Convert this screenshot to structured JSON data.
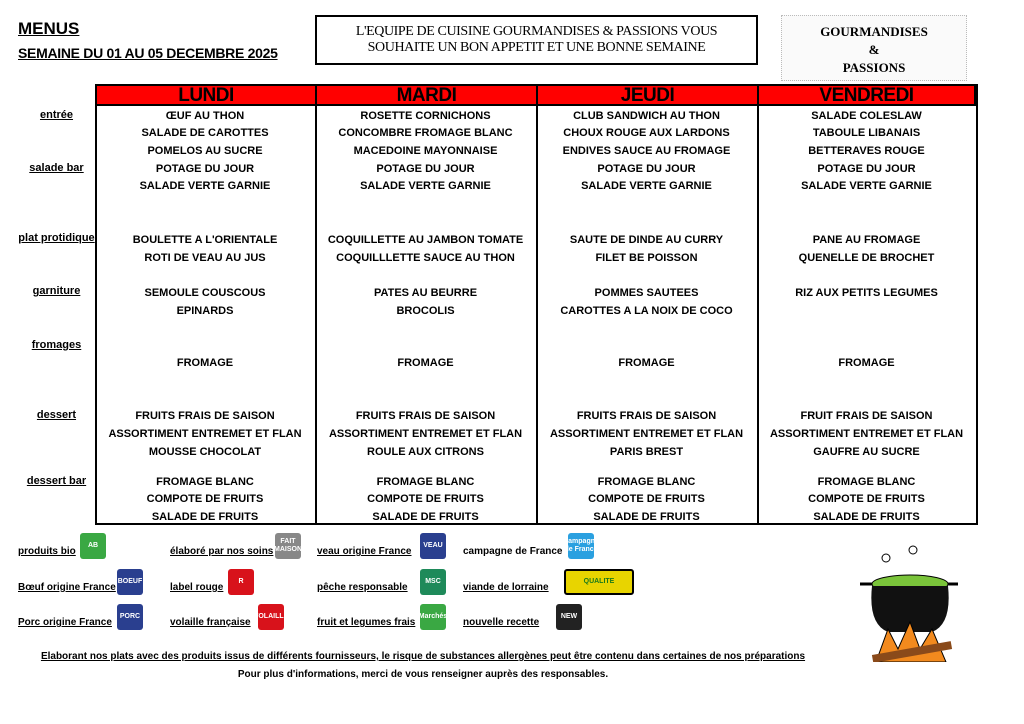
{
  "header": {
    "title": "MENUS",
    "week": "SEMAINE DU 01 AU 05 DECEMBRE 2025",
    "message_line1": "L'EQUIPE DE CUISINE GOURMANDISES & PASSIONS VOUS",
    "message_line2": "SOUHAITE UN BON APPETIT ET UNE BONNE SEMAINE",
    "brand_line1": "GOURMANDISES",
    "brand_line2": "&",
    "brand_line3": "PASSIONS"
  },
  "categories": [
    "entrée",
    "salade bar",
    "plat protidique",
    "garniture",
    "fromages",
    "dessert",
    "dessert bar"
  ],
  "days": [
    {
      "name": "LUNDI",
      "items": [
        "ŒUF AU THON",
        "SALADE DE CAROTTES",
        "POMELOS AU SUCRE",
        "POTAGE DU JOUR",
        "SALADE VERTE GARNIE",
        "BOULETTE A L'ORIENTALE",
        "ROTI DE VEAU AU JUS",
        "SEMOULE COUSCOUS",
        "EPINARDS",
        "FROMAGE",
        "FRUITS FRAIS DE SAISON",
        "ASSORTIMENT ENTREMET ET FLAN",
        "MOUSSE CHOCOLAT",
        "FROMAGE BLANC",
        "COMPOTE DE FRUITS",
        "SALADE DE FRUITS"
      ]
    },
    {
      "name": "MARDI",
      "items": [
        "ROSETTE CORNICHONS",
        "CONCOMBRE FROMAGE BLANC",
        "MACEDOINE MAYONNAISE",
        "POTAGE DU JOUR",
        "SALADE VERTE GARNIE",
        "COQUILLETTE AU JAMBON TOMATE",
        "COQUILLLETTE SAUCE AU THON",
        "PATES AU BEURRE",
        "BROCOLIS",
        "FROMAGE",
        "FRUITS FRAIS DE SAISON",
        "ASSORTIMENT ENTREMET ET FLAN",
        "ROULE AUX CITRONS",
        "FROMAGE BLANC",
        "COMPOTE DE FRUITS",
        "SALADE DE FRUITS"
      ]
    },
    {
      "name": "JEUDI",
      "items": [
        "CLUB SANDWICH AU THON",
        "CHOUX ROUGE AUX LARDONS",
        "ENDIVES SAUCE AU FROMAGE",
        "POTAGE DU JOUR",
        "SALADE VERTE GARNIE",
        "SAUTE DE DINDE AU CURRY",
        "FILET BE POISSON",
        "POMMES SAUTEES",
        "CAROTTES A LA NOIX DE COCO",
        "FROMAGE",
        "FRUITS FRAIS DE SAISON",
        "ASSORTIMENT ENTREMET ET FLAN",
        "PARIS BREST",
        "FROMAGE BLANC",
        "COMPOTE DE FRUITS",
        "SALADE DE FRUITS"
      ]
    },
    {
      "name": "VENDREDI",
      "items": [
        "SALADE COLESLAW",
        "TABOULE LIBANAIS",
        "BETTERAVES ROUGE",
        "POTAGE DU JOUR",
        "SALADE VERTE GARNIE",
        "PANE AU FROMAGE",
        "QUENELLE DE BROCHET",
        "RIZ AUX PETITS LEGUMES",
        "",
        "FROMAGE",
        "FRUIT FRAIS DE SAISON",
        "ASSORTIMENT ENTREMET ET FLAN",
        "GAUFRE AU SUCRE",
        "FROMAGE BLANC",
        "COMPOTE DE FRUITS",
        "SALADE DE FRUITS"
      ]
    }
  ],
  "legend": [
    {
      "label": "produits bio",
      "icon": "ab-bio-icon",
      "badge": "AB",
      "color": "#3aa843"
    },
    {
      "label": "élaboré par nos soins",
      "icon": "fait-maison-icon",
      "badge": "FAIT MAISON",
      "color": "#888888"
    },
    {
      "label": "veau origine France",
      "icon": "veau-france-icon",
      "badge": "VEAU",
      "color": "#2a3f8f"
    },
    {
      "label": "campagne de France",
      "icon": "campagne-france-icon",
      "badge": "Campagne de France",
      "color": "#2aa0e0"
    },
    {
      "label": "Bœuf origine France",
      "icon": "boeuf-france-icon",
      "badge": "BOEUF",
      "color": "#2a3f8f"
    },
    {
      "label": "label rouge",
      "icon": "label-rouge-icon",
      "badge": "R",
      "color": "#d8121b"
    },
    {
      "label": "pêche responsable",
      "icon": "peche-responsable-icon",
      "badge": "MSC",
      "color": "#1e8a5a"
    },
    {
      "label": "viande de lorraine",
      "icon": "lorraine-qualite-icon",
      "badge": "QUALITE",
      "color": "#e8d400"
    },
    {
      "label": "Porc origine France",
      "icon": "porc-france-icon",
      "badge": "PORC",
      "color": "#2a3f8f"
    },
    {
      "label": "volaille française",
      "icon": "volaille-francaise-icon",
      "badge": "VOLAILLE",
      "color": "#d8121b"
    },
    {
      "label": "fruit et legumes frais",
      "icon": "producteurs-pays-icon",
      "badge": "Marchés",
      "color": "#3aa843"
    },
    {
      "label": "nouvelle recette",
      "icon": "nouvelle-recette-icon",
      "badge": "NEW",
      "color": "#222222"
    }
  ],
  "footer": {
    "line1": "Elaborant nos plats avec des produits issus de différents fournisseurs, le risque de substances allergènes peut être contenu dans certaines de nos préparations",
    "line2": "Pour plus d'informations, merci de vous renseigner auprès des responsables."
  },
  "colors": {
    "header_red": "#ff0000"
  }
}
